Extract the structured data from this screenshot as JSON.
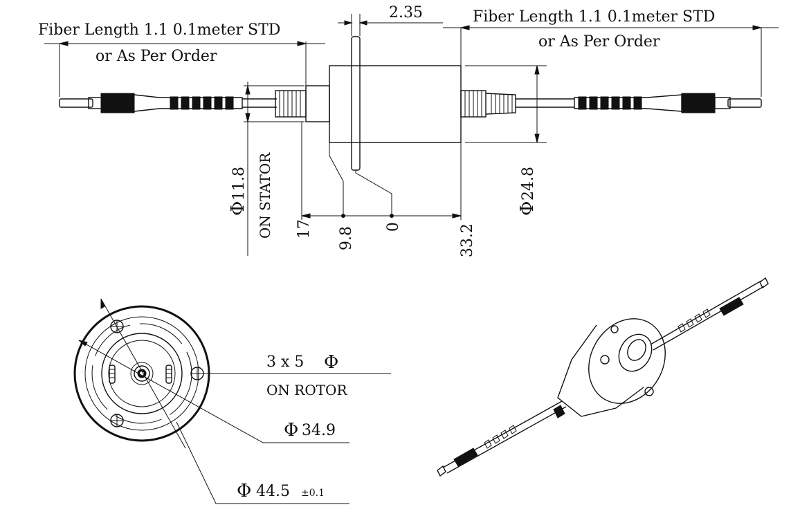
{
  "dimensions": {
    "fiber_length_left": "Fiber Length 1.1 0.1meter STD",
    "fiber_length_left_sub": "or As Per Order",
    "fiber_length_right": "Fiber Length 1.1 0.1meter STD",
    "fiber_length_right_sub": "or As Per Order",
    "flange_thickness": "2.35",
    "stator_diameter": "11.8",
    "stator_note": "ON STATOR",
    "body_diameter": "24.8",
    "pos_17": "17",
    "pos_9_8": "9.8",
    "pos_0": "0",
    "pos_33_2": "33.2",
    "holes": "3 x 5",
    "holes_note": "ON ROTOR",
    "bolt_circle": "34.9",
    "flange_diameter": "44.5",
    "flange_tolerance": "±0.1"
  },
  "symbols": {
    "diameter": "Φ"
  }
}
